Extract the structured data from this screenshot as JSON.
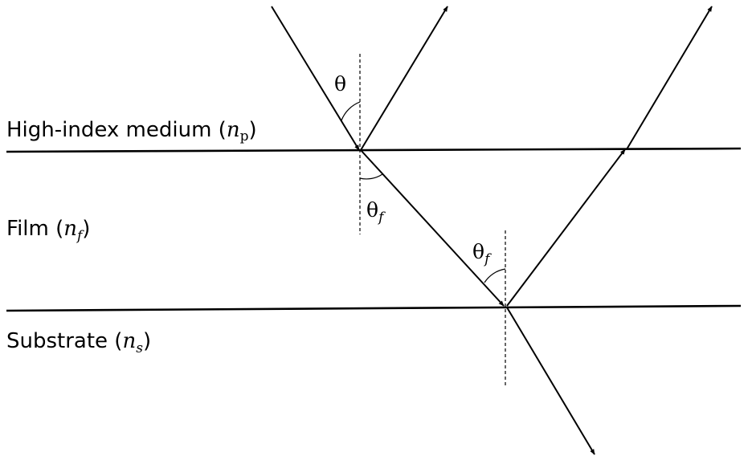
{
  "labels": {
    "high_index": {
      "text": "High-index medium (",
      "symbol": "n",
      "subscript": "p",
      "close": ")"
    },
    "film": {
      "text": "Film (",
      "symbol": "n",
      "subscript": "f",
      "close": ")"
    },
    "substrate": {
      "text": "Substrate (",
      "symbol": "n",
      "subscript": "s",
      "close": ")"
    }
  },
  "angles": {
    "incident": {
      "symbol": "θ"
    },
    "refracted_top": {
      "symbol": "θ",
      "subscript": "f"
    },
    "refracted_bottom": {
      "symbol": "θ",
      "subscript": "f"
    }
  }
}
